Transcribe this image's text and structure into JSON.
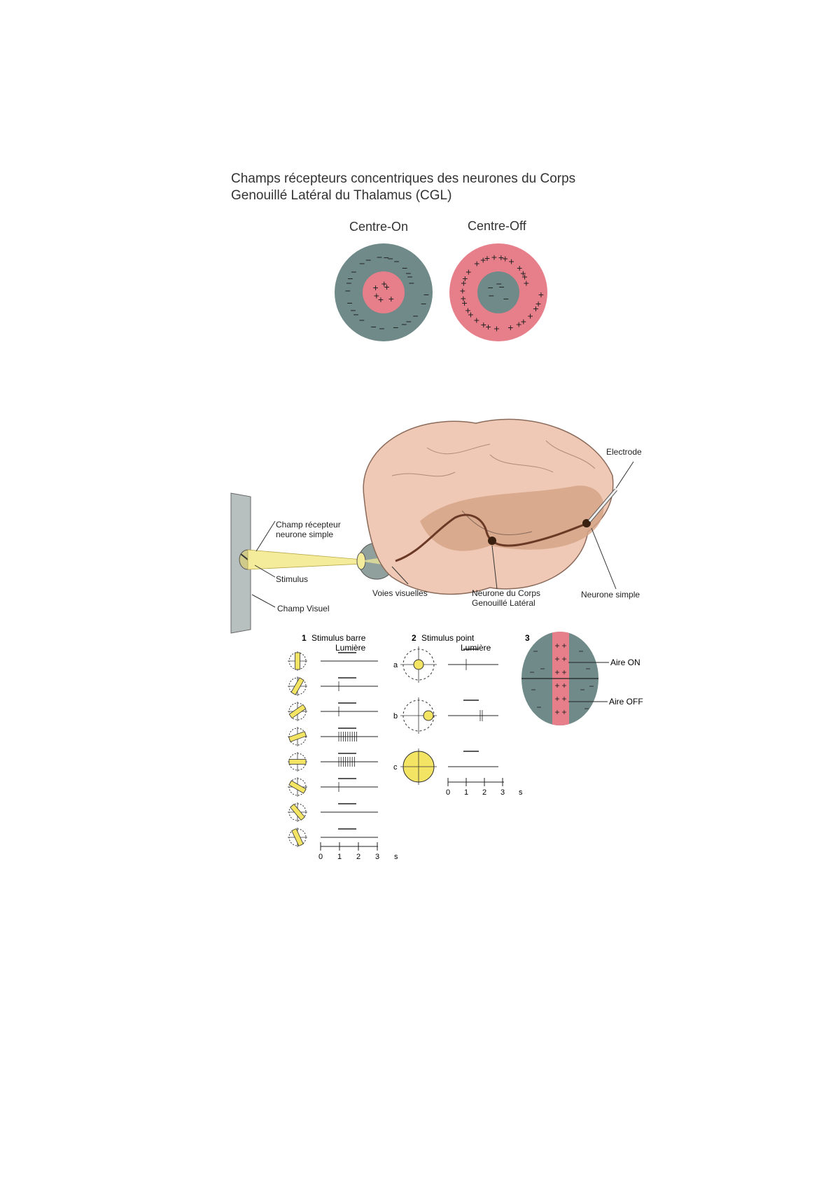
{
  "title": {
    "line1": "Champs récepteurs concentriques des neurones du Corps",
    "line2": "Genouillé Latéral du Thalamus (CGL)"
  },
  "fields": {
    "on": {
      "label": "Centre-On",
      "center": "+",
      "surround": "−"
    },
    "off": {
      "label": "Centre-Off",
      "center": "−",
      "surround": "+"
    }
  },
  "colors": {
    "gray": "#6f8a88",
    "pink": "#e77f8a",
    "yellow": "#f4e463",
    "brain": "#efc9b5",
    "brain_dark": "#b07858"
  },
  "brain": {
    "electrode": "Electrode",
    "champ_recepteur_1": "Champ récepteur",
    "champ_recepteur_2": "neurone simple",
    "stimulus": "Stimulus",
    "champ_visuel": "Champ Visuel",
    "voies_visuelles": "Voies visuelles",
    "neurone_cgl_1": "Neurone du Corps",
    "neurone_cgl_2": "Genouillé Latéral",
    "neurone_simple": "Neurone simple"
  },
  "panel1": {
    "number": "1",
    "title": "Stimulus barre",
    "light": "Lumière",
    "rows": [
      {
        "angle": 90,
        "spikes": 0
      },
      {
        "angle": 60,
        "spikes": 1
      },
      {
        "angle": 35,
        "spikes": 1
      },
      {
        "angle": 20,
        "spikes": 9
      },
      {
        "angle": 0,
        "spikes": 8
      },
      {
        "angle": -30,
        "spikes": 1
      },
      {
        "angle": -50,
        "spikes": 0
      },
      {
        "angle": -65,
        "spikes": 0
      }
    ],
    "axis": [
      "0",
      "1",
      "2",
      "3",
      "s"
    ]
  },
  "panel2": {
    "number": "2",
    "title": "Stimulus point",
    "light": "Lumière",
    "rows": [
      {
        "letter": "a",
        "spikes": 1
      },
      {
        "letter": "b",
        "spikes": 2
      },
      {
        "letter": "c",
        "spikes": 0
      }
    ],
    "axis": [
      "0",
      "1",
      "2",
      "3",
      "s"
    ]
  },
  "panel3": {
    "number": "3",
    "aire_on": "Aire ON",
    "aire_off": "Aire OFF"
  }
}
